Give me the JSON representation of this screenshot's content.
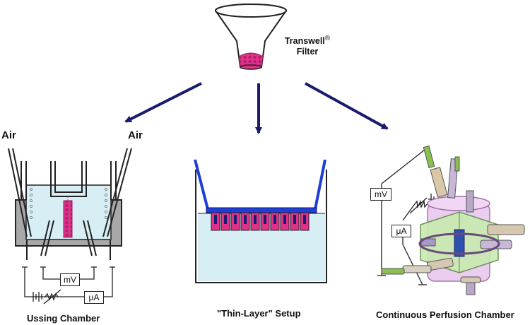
{
  "transwell": {
    "name": "Transwell",
    "trademark": "®",
    "subname": "Filter"
  },
  "ussing": {
    "caption": "Ussing Chamber",
    "air_left": "Air",
    "air_right": "Air",
    "voltmeter": "mV",
    "ammeter": "μA"
  },
  "thin_layer": {
    "caption": "\"Thin-Layer\" Setup"
  },
  "perfusion": {
    "caption": "Continuous Perfusion Chamber",
    "voltmeter": "mV",
    "ammeter": "μA"
  },
  "colors": {
    "arrow": "#1a1a6e",
    "cells": "#e0308a",
    "filter_membrane": "#1f3fd6",
    "liquid": "#d6eef4",
    "chamber_wall": "#a8a8a8"
  }
}
